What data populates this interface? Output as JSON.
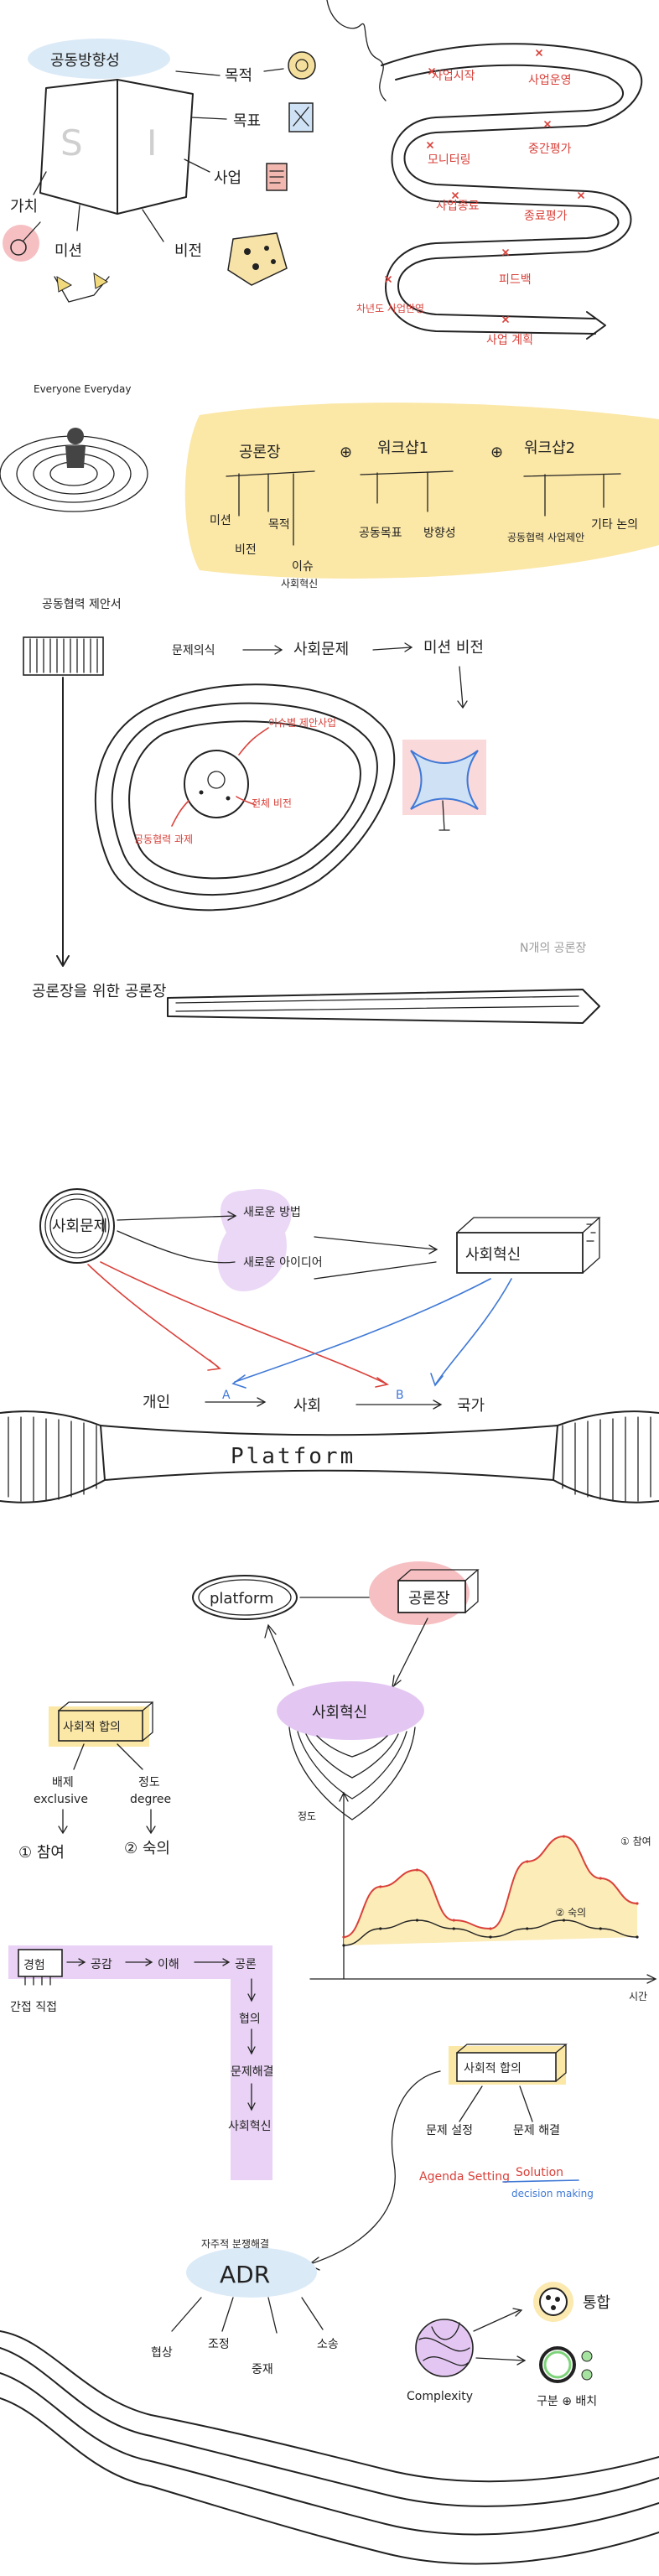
{
  "colors": {
    "ink": "#222222",
    "accent_red": "#d9413a",
    "accent_blue": "#3f78d6",
    "highlight_yellow": "#fbe7a6",
    "highlight_purple": "#e3c7f2",
    "highlight_pink": "#f6c0c3",
    "highlight_lightblue": "#dbeaf7"
  },
  "section1": {
    "book_title": "공동방향성",
    "book_letters": [
      "S",
      "I"
    ],
    "branches": [
      {
        "label": "목적",
        "icon": "coin-icon"
      },
      {
        "label": "목표",
        "icon": "target-icon"
      },
      {
        "label": "사업",
        "icon": "document-icon"
      },
      {
        "label": "비전",
        "icon": "pattern-icon"
      },
      {
        "label": "미션",
        "icon": "flag-icon"
      },
      {
        "label": "가치",
        "icon": "guitar-icon"
      }
    ],
    "road_labels": [
      "사업시작",
      "사업운영",
      "모니터링",
      "중간평가",
      "사업종료",
      "종료평가",
      "피드백",
      "차년도 사업반영",
      "사업 계획"
    ]
  },
  "section2": {
    "everyone": "Everyone Everyday",
    "workshops": [
      {
        "title": "공론장",
        "items": [
          "미션",
          "비전",
          "목적",
          "이슈",
          "사회혁신"
        ]
      },
      {
        "title": "워크샵1",
        "items": [
          "공동목표",
          "방향성"
        ]
      },
      {
        "title": "워크샵2",
        "items": [
          "공동협력 사업제안",
          "기타 논의"
        ]
      }
    ],
    "plus": "⊕",
    "proposal_box": "공동협력 제안서",
    "flow": [
      "문제의식",
      "사회문제",
      "미션 비전"
    ],
    "island_labels": {
      "issue": "이슈별 제안사업",
      "overall": "전체 비전",
      "joint": "공동협력 과제"
    },
    "n_forums": "N개의 공론장",
    "bottom_caption": "공론장을 위한 공론장"
  },
  "section3": {
    "social_problem": "사회문제",
    "new_method": "새로운 방법",
    "new_idea": "새로운 아이디어",
    "social_innovation": "사회혁신",
    "levels": [
      "개인",
      "사회",
      "국가"
    ],
    "marker_a": "A",
    "marker_b": "B",
    "platform": "Platform"
  },
  "section4": {
    "platform_oval": "platform",
    "forum_box": "공론장",
    "innovation_bowl": "사회혁신",
    "consensus_box": "사회적 합의",
    "exclusive": {
      "ko": "배제",
      "en": "exclusive"
    },
    "degree": {
      "ko": "정도",
      "en": "degree"
    },
    "participation": "① 참여",
    "agreement": "② 숙의",
    "chart_y": "정도",
    "chart_x": "시간",
    "chart_point_agreement": "② 숙의",
    "chart_point_participation": "① 참여"
  },
  "chart_data": {
    "type": "area",
    "xlabel": "시간",
    "ylabel": "정도",
    "series": [
      {
        "name": "① 참여",
        "values": [
          0.25,
          0.55,
          0.65,
          0.35,
          0.3,
          0.7,
          0.85,
          0.6,
          0.45
        ]
      },
      {
        "name": "② 숙의",
        "values": [
          0.2,
          0.3,
          0.35,
          0.3,
          0.25,
          0.3,
          0.35,
          0.3,
          0.25
        ]
      }
    ],
    "x": [
      0,
      1,
      2,
      3,
      4,
      5,
      6,
      7,
      8
    ],
    "grid": false
  },
  "section5": {
    "steps": [
      "경험",
      "공감",
      "이해",
      "공론",
      "협의",
      "문제해결",
      "사회혁신"
    ],
    "indirect": "간접 직접",
    "consensus": "사회적 합의",
    "problem_setting": {
      "ko": "문제 설정",
      "en": "Agenda Setting"
    },
    "problem_solving": {
      "ko": "문제 해결",
      "en": "Solution",
      "en2": "decision making"
    },
    "adr_title": "자주적 분쟁해결",
    "adr": "ADR",
    "adr_items": [
      "협상",
      "조정",
      "중재",
      "소송"
    ],
    "complexity": "Complexity",
    "integrate": "통합",
    "separate": "구분 ⊕ 배치"
  }
}
